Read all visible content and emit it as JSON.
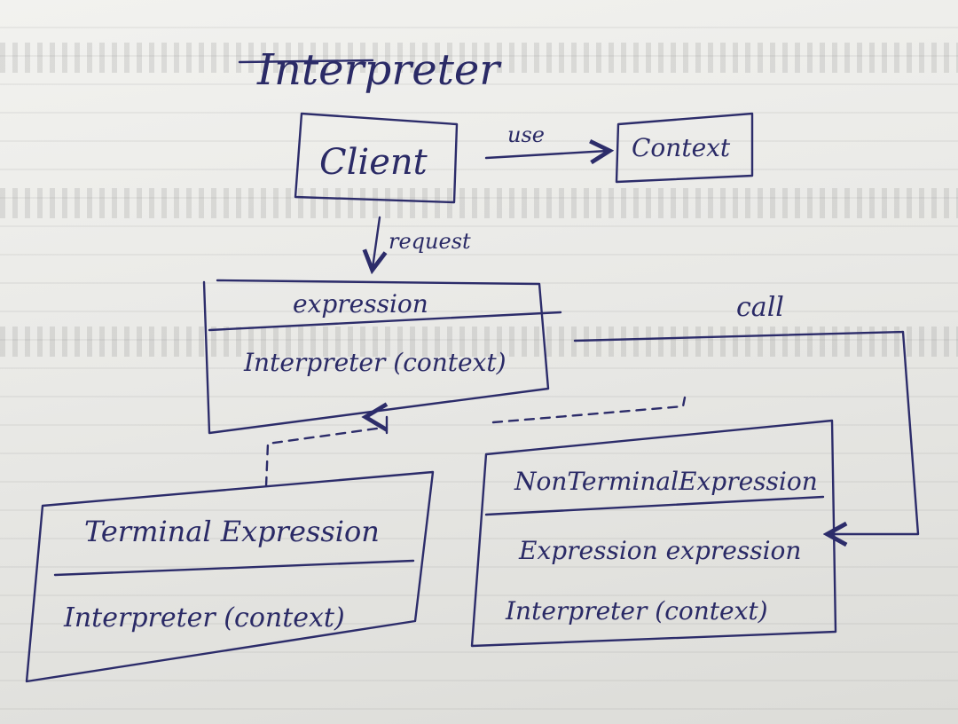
{
  "title": "Interpreter",
  "client": {
    "label": "Client"
  },
  "context": {
    "label": "Context"
  },
  "uses_label": "use",
  "request_label": "request",
  "call_label": "call",
  "expression": {
    "name": "expression",
    "method": "Interpreter (context)"
  },
  "terminal": {
    "name": "Terminal Expression",
    "method": "Interpreter (context)"
  },
  "nonterminal": {
    "name": "NonTerminalExpression",
    "field": "Expression expression",
    "method": "Interpreter (context)"
  },
  "colors": {
    "ink": "#2c2c6a",
    "paper": "#eeeeeb"
  }
}
